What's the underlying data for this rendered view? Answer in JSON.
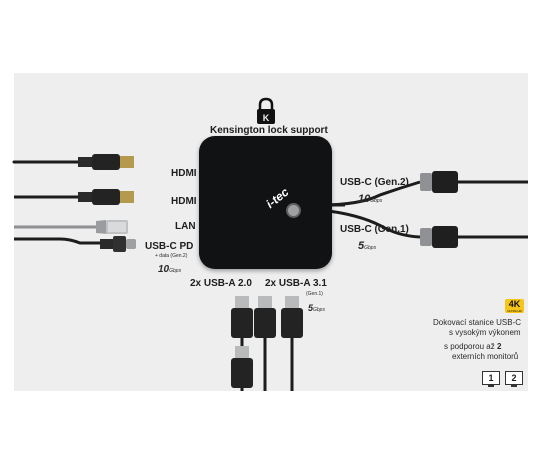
{
  "kensington": "Kensington lock support",
  "ports_left": {
    "hdmi1": "HDMI",
    "hdmi2": "HDMI",
    "lan": "LAN",
    "usbc_pd": "USB-C PD",
    "usbc_pd_sub": "+ data (Gen.2)",
    "usbc_pd_speed_num": "10",
    "usbc_pd_speed_unit": "Gbps"
  },
  "ports_right": {
    "gen2": "USB-C (Gen.2)",
    "gen2_speed_num": "10",
    "gen2_speed_unit": "Gbps",
    "gen1": "USB-C (Gen.1)",
    "gen1_speed_num": "5",
    "gen1_speed_unit": "Gbps"
  },
  "ports_bottom": {
    "usba20": "2x USB-A 2.0",
    "usba31": "2x USB-A 3.1",
    "usba31_sub": "(Gen.1)",
    "usba31_speed_num": "5",
    "usba31_speed_unit": "Gbps"
  },
  "dock_logo": "i-tec",
  "badge": {
    "main": "4K",
    "sub": "ULTRA HD"
  },
  "description": {
    "line1": "Dokovací stanice USB-C",
    "line2": "s vysokým výkonem",
    "line3_prefix": "s podporou až",
    "line3_bold": "2",
    "line4": "externích monitorů"
  },
  "monitors": [
    "1",
    "2"
  ],
  "colors": {
    "background": "#eeeeef",
    "dock": "#111214",
    "badge": "#f5c518",
    "cable": "#1c1c1c",
    "lan_cable": "#8d8f92"
  }
}
